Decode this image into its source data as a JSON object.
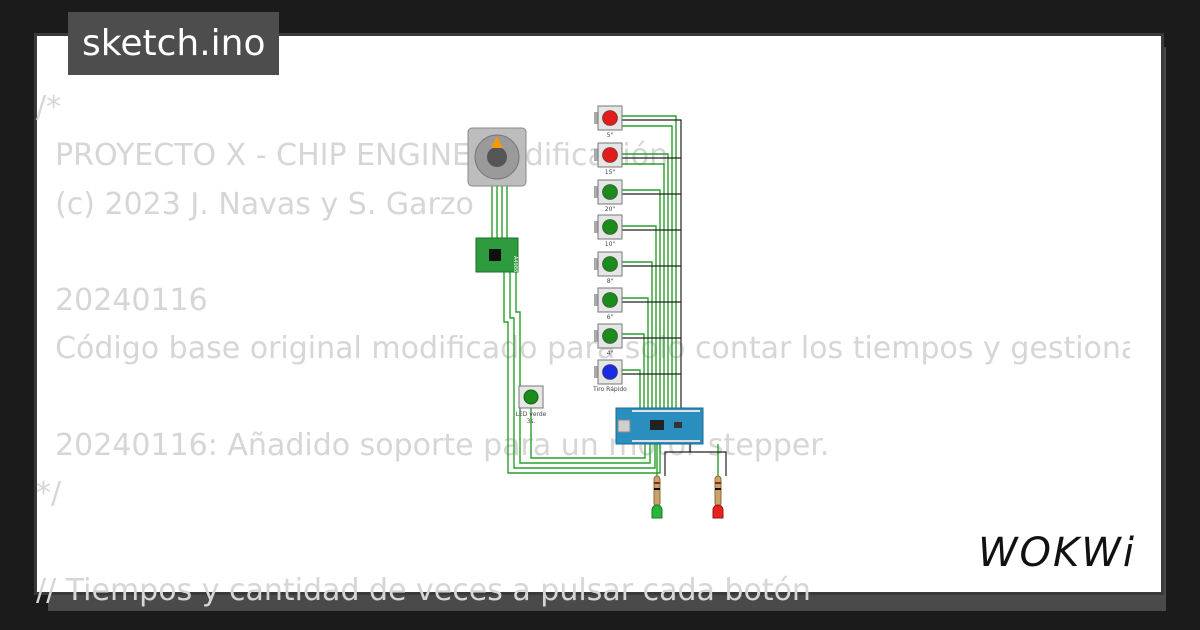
{
  "title": "sketch.ino",
  "code_lines": [
    "/*",
    "  PROYECTO X - CHIP ENGINE Modificación",
    "  (c) 2023 J. Navas y S. Garzo",
    "",
    "  20240116",
    "  Código base original modificado para solo contar los tiempos y gestionar",
    "",
    "  20240116: Añadido soporte para un motor stepper.",
    "*/",
    "",
    "// Tiempos y cantidad de veces a pulsar cada botón"
  ],
  "buttons": [
    {
      "label": "5\"",
      "color": "#e41b1b"
    },
    {
      "label": "15\"",
      "color": "#e41b1b"
    },
    {
      "label": "20\"",
      "color": "#1b8c1b"
    },
    {
      "label": "10\"",
      "color": "#1b8c1b"
    },
    {
      "label": "8\"",
      "color": "#1b8c1b"
    },
    {
      "label": "6\"",
      "color": "#1b8c1b"
    },
    {
      "label": "4\"",
      "color": "#1b8c1b"
    },
    {
      "label": "Tiro Rápido",
      "color": "#1b2be4"
    }
  ],
  "led_button": {
    "label1": "LED verde",
    "label2": "3s.",
    "color": "#1b8c1b"
  },
  "driver_label": "A4988",
  "logo_text": "WOKWi",
  "colors": {
    "wire": "#2aa02a",
    "wire_dark": "#222222",
    "nano": "#2a8fbf",
    "driver": "#2e9c3e"
  }
}
